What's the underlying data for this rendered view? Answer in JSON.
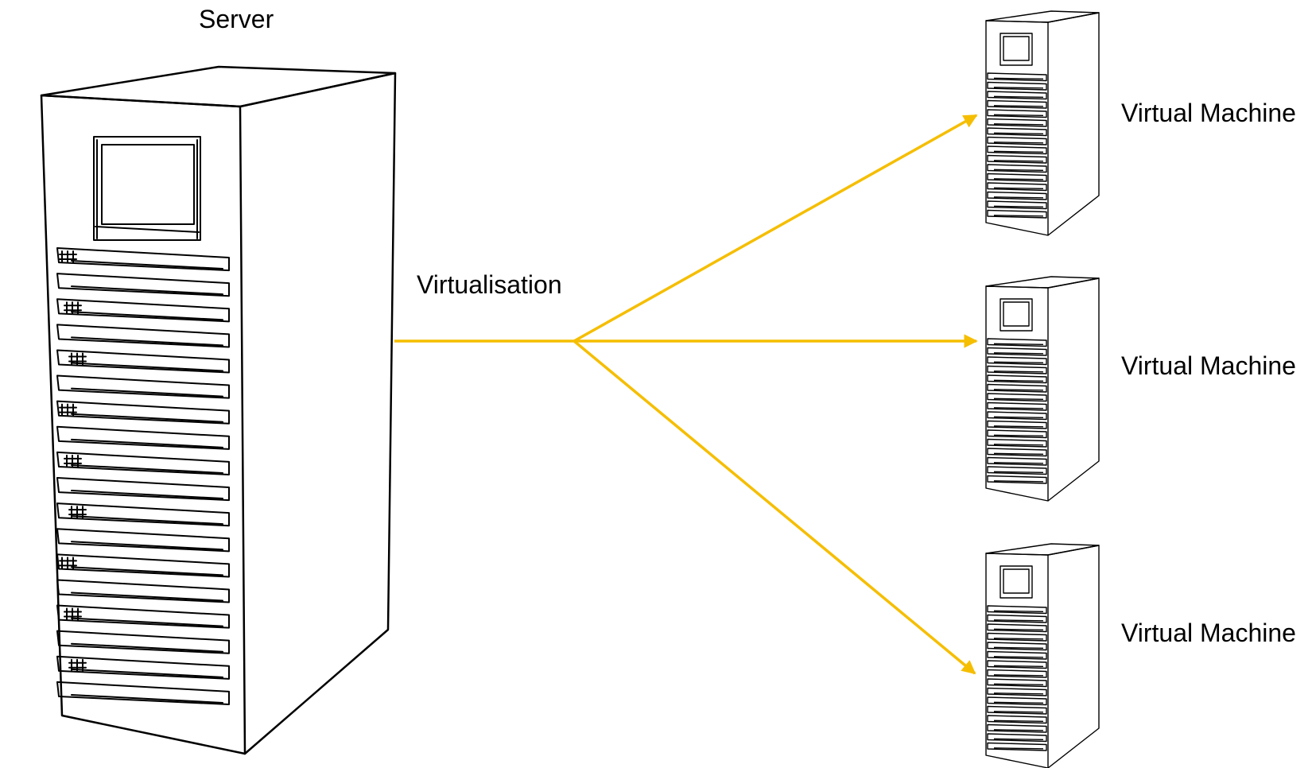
{
  "server": {
    "label": "Server"
  },
  "process": {
    "label": "Virtualisation",
    "arrow_color": "#F5BE00"
  },
  "virtual_machines": [
    {
      "label": "Virtual Machine"
    },
    {
      "label": "Virtual Machine"
    },
    {
      "label": "Virtual Machine"
    }
  ],
  "colors": {
    "line": "#000000",
    "background": "#FFFFFF",
    "arrow": "#F5BE00"
  }
}
